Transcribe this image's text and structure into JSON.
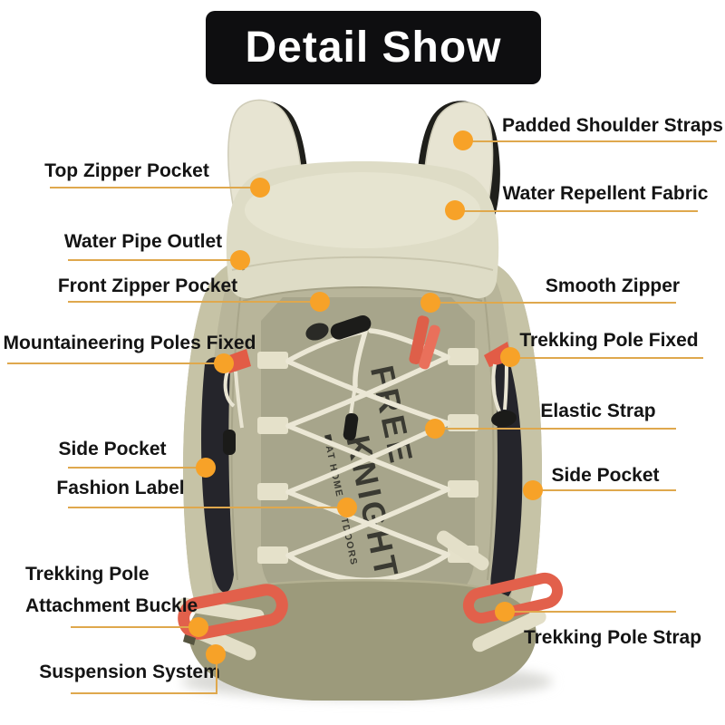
{
  "title": "Detail Show",
  "brand": {
    "line1": "FREE",
    "line2": "KNIGHT",
    "tagline": "AT HOME OUTDOORS"
  },
  "callouts": {
    "left": [
      {
        "label": "Top Zipper Pocket"
      },
      {
        "label": "Water Pipe Outlet"
      },
      {
        "label": "Front Zipper Pocket"
      },
      {
        "label": "Mountaineering Poles Fixed"
      },
      {
        "label": "Side Pocket"
      },
      {
        "label": "Fashion Label"
      },
      {
        "label_line1": "Trekking Pole",
        "label_line2": "Attachment Buckle"
      },
      {
        "label": "Suspension System"
      }
    ],
    "right": [
      {
        "label": "Padded Shoulder Straps"
      },
      {
        "label": "Water Repellent Fabric"
      },
      {
        "label": "Smooth Zipper"
      },
      {
        "label": "Trekking Pole Fixed"
      },
      {
        "label": "Elastic Strap"
      },
      {
        "label": "Side Pocket"
      },
      {
        "label": "Trekking Pole Strap"
      }
    ]
  },
  "colors": {
    "accent_dot": "#f7a228",
    "accent_line": "#dfa84d",
    "title_bg": "#0e0e10",
    "title_text": "#ffffff",
    "label_text": "#141414",
    "bag_body": "#b8b59a",
    "bag_lid": "#dedcc6",
    "bag_front_panel": "#a7a58b",
    "bag_bottom": "#9c9a7b",
    "bag_side_pocket": "#25252b",
    "strap_red": "#e2604b",
    "cord_white": "#ebe7d5"
  }
}
